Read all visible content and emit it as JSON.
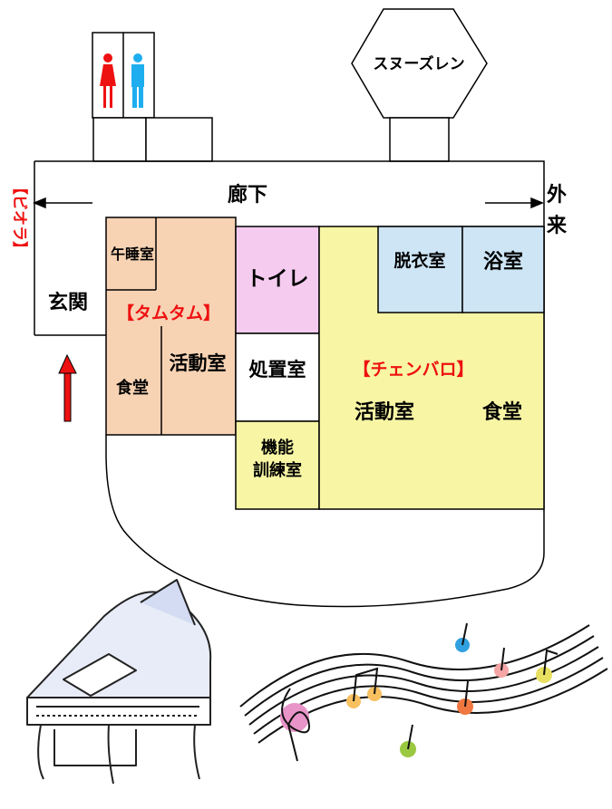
{
  "rooms": {
    "corridor": "廊下",
    "outside_left": "【ビオラ】",
    "outside_right": "外来",
    "entrance": "玄関",
    "nap_room": "午睡室",
    "tamutamu": "【タムタム】",
    "tam_activity": "活動室",
    "tam_dining": "食堂",
    "toilet": "トイレ",
    "treatment": "処置室",
    "training": "機能訓練室",
    "cembalo": "【チェンバロ】",
    "cem_activity": "活動室",
    "cem_dining": "食堂",
    "dressing": "脱衣室",
    "bath": "浴室",
    "snoezelen": "スヌーズレン"
  },
  "colors": {
    "tamutamu_area": "#f7d3b4",
    "toilet_area": "#f5ccf0",
    "cembalo_area": "#f8f6a4",
    "bath_area": "#cde5f5",
    "training_area": "#f8f6a4",
    "label_red": "#ee1111"
  },
  "icons": [
    "female-restroom-icon",
    "male-restroom-icon",
    "grand-piano-illustration",
    "music-notes-illustration",
    "entrance-arrow-icon"
  ]
}
